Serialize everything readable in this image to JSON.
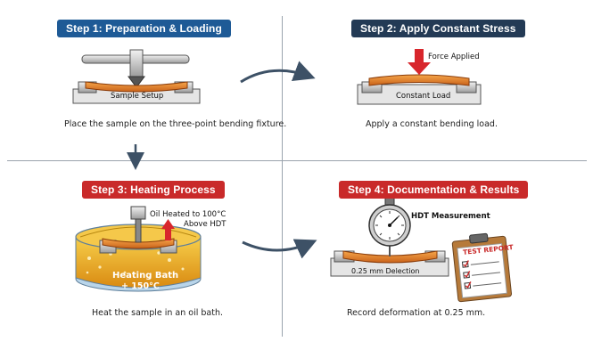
{
  "colors": {
    "blue": "#1e5a96",
    "navy": "#233a55",
    "red": "#c92a2a",
    "orange": "#e07a1f",
    "bath": "#f1b02a"
  },
  "steps": [
    {
      "title": "Step 1: Preparation & Loading",
      "caption": "Place the sample on the three-point bending fixture.",
      "labels": [
        "Sample Setup"
      ]
    },
    {
      "title": "Step 2: Apply Constant Stress",
      "caption": "Apply a constant bending load.",
      "labels": [
        "Force Applied",
        "Constant Load"
      ]
    },
    {
      "title": "Step 3: Heating Process",
      "caption": "Heat the sample in an oil bath.",
      "labels": [
        "Oil Heated to 100°C",
        "Above HDT",
        "Heating Bath",
        "+ 150°C"
      ]
    },
    {
      "title": "Step 4: Documentation & Results",
      "caption": "Record deformation at 0.25 mm.",
      "labels": [
        "HDT Measurement",
        "0.25 mm Delection",
        "TEST REPORT"
      ]
    }
  ],
  "icons": [
    "clamp-press-icon",
    "down-arrow-icon",
    "dial-gauge-icon",
    "clipboard-icon",
    "checklist-icon",
    "flow-arrow-icon"
  ]
}
